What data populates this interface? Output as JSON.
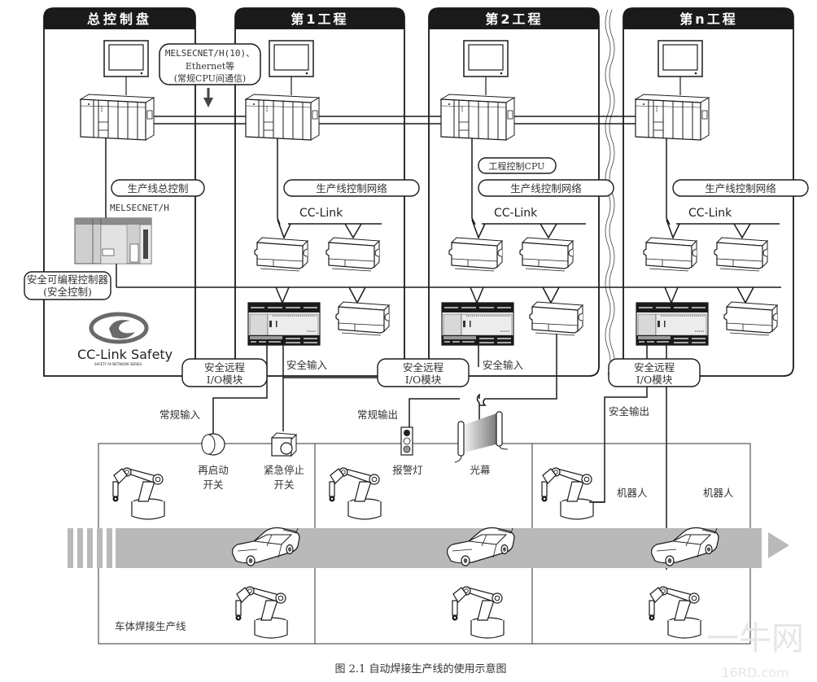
{
  "figure": {
    "caption": "图 2.1  自动焊接生产线的使用示意图",
    "watermark": "一牛网",
    "watermark_sub": "16RD.com"
  },
  "panels": [
    {
      "id": "master",
      "title": "总控制盘"
    },
    {
      "id": "process1",
      "title": "第1工程"
    },
    {
      "id": "process2",
      "title": "第2工程"
    },
    {
      "id": "processN",
      "title": "第n工程"
    }
  ],
  "network_callout": {
    "line1": "MELSECNET/H(10)、",
    "line2": "Ethernet等",
    "line3": "(常规CPU间通信)"
  },
  "labels": {
    "line_master_control": "生产线总控制",
    "melsecnet_h": "MELSECNET/H",
    "safety_plc_line1": "安全可编程控制器",
    "safety_plc_line2": "(安全控制)",
    "process_cpu": "工程控制CPU",
    "line_control_network": "生产线控制网络",
    "cc_link": "CC-Link",
    "cc_link_safety": "CC-Link Safety",
    "cc_link_safety_sub": "SAFETY FA NETWORK SERIES",
    "safety_remote_io_line1": "安全远程",
    "safety_remote_io_line2": "I/O模块",
    "safety_input": "安全输入",
    "normal_input": "常规输入",
    "normal_output": "常规输出",
    "safety_output": "安全输出",
    "restart_switch_line1": "再启动",
    "restart_switch_line2": "开关",
    "estop_switch_line1": "紧急停止",
    "estop_switch_line2": "开关",
    "alarm_light": "报警灯",
    "light_curtain": "光幕",
    "robot": "机器人",
    "welding_line": "车体焊接生产线"
  },
  "colors": {
    "line": "#1a1a1a",
    "header_bg": "#1a1a1a",
    "conveyor": "#b9b9b9",
    "device_gray": "#cfcfcf"
  }
}
